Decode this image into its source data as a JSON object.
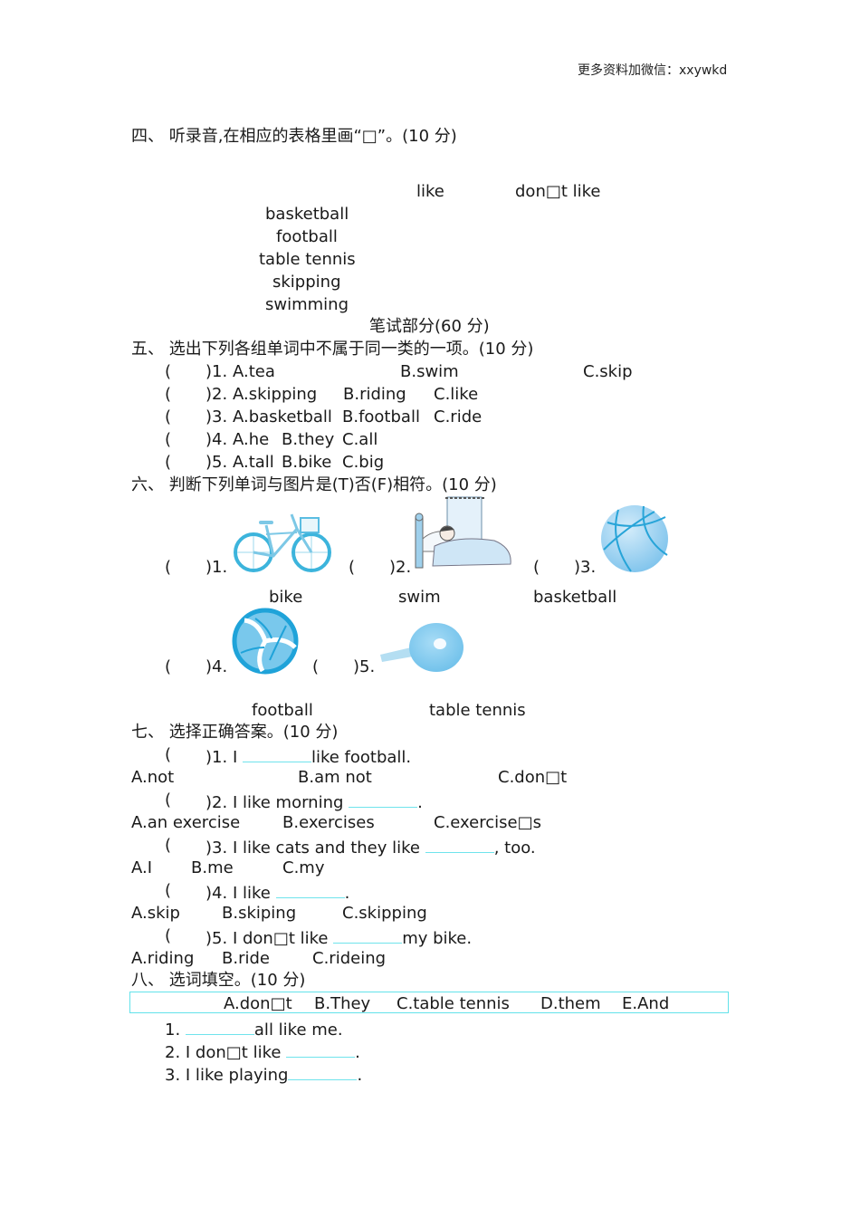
{
  "header": {
    "note": "更多资料加微信：xxywkd"
  },
  "section4": {
    "title": "四、 听录音,在相应的表格里画“□”。(10 分)",
    "columns": [
      "like",
      "don□t like"
    ],
    "rows": [
      "basketball",
      "football",
      "table tennis",
      "skipping",
      "swimming"
    ]
  },
  "written_part": {
    "title": "笔试部分(60 分)"
  },
  "section5": {
    "title": "五、 选出下列各组单词中不属于同一类的一项。(10 分)",
    "items": [
      {
        "num": ")1.",
        "a": "A.tea",
        "b": "B.swim",
        "c": "C.skip"
      },
      {
        "num": ")2.",
        "a": "A.skipping",
        "b": "B.riding",
        "c": "C.like"
      },
      {
        "num": ")3.",
        "a": "A.basketball",
        "b": "B.football",
        "c": "C.ride"
      },
      {
        "num": ")4.",
        "a": "A.he",
        "b": "B.they",
        "c": "C.all"
      },
      {
        "num": ")5.",
        "a": "A.tall",
        "b": "B.bike",
        "c": "C.big"
      }
    ]
  },
  "section6": {
    "title": "六、 判断下列单词与图片是(T)否(F)相符。(10 分)",
    "items": [
      {
        "num": ")1.",
        "picture": "bicycle",
        "word": "bike"
      },
      {
        "num": ")2.",
        "picture": "boy-sleeping-in-bed",
        "word": "swim"
      },
      {
        "num": ")3.",
        "picture": "basketball",
        "word": "basketball"
      },
      {
        "num": ")4.",
        "picture": "volleyball",
        "word": "football"
      },
      {
        "num": ")5.",
        "picture": "ping-pong-paddle",
        "word": "table tennis"
      }
    ]
  },
  "section7": {
    "title": "七、 选择正确答案。(10 分)",
    "items": [
      {
        "num": ")1.",
        "before": "I ",
        "after": "like football.",
        "options": [
          "A.not",
          "B.am not",
          "C.don□t"
        ]
      },
      {
        "num": ")2.",
        "before": "I like morning ",
        "after": ".",
        "options": [
          "A.an exercise",
          "B.exercises",
          "C.exercise□s"
        ]
      },
      {
        "num": ")3.",
        "before": "I like cats and they like ",
        "after": ", too.",
        "options": [
          "A.I",
          "B.me",
          "C.my"
        ]
      },
      {
        "num": ")4.",
        "before": "I like ",
        "after": ".",
        "options": [
          "A.skip",
          "B.skiping",
          "C.skipping"
        ]
      },
      {
        "num": ")5.",
        "before": "I don□t like ",
        "after": "my bike.",
        "options": [
          "A.riding",
          "B.ride",
          "C.rideing"
        ]
      }
    ]
  },
  "section8": {
    "title": "八、 选词填空。(10 分)",
    "word_bank": [
      "A.don□t",
      "B.They",
      "C.table tennis",
      "D.them",
      "E.And"
    ],
    "items": [
      {
        "num": "1. ",
        "before": "",
        "after": "all like me."
      },
      {
        "num": "2. ",
        "before": "I don□t like ",
        "after": "."
      },
      {
        "num": "3. ",
        "before": "I like playing",
        "after": "."
      }
    ]
  },
  "colors": {
    "blank_line": "#6fe3ec",
    "box_border": "#62e2ea",
    "picture_blue": "#29a9dc"
  }
}
